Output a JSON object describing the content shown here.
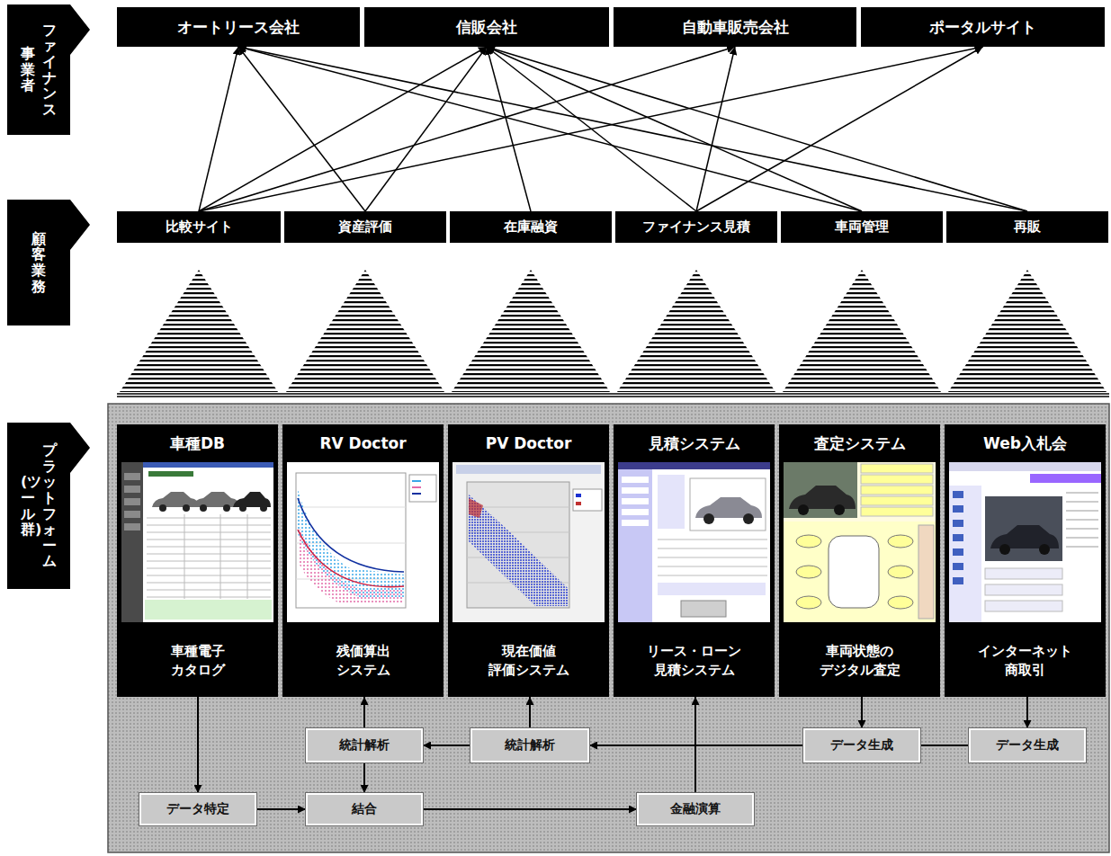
{
  "diagram": {
    "nodes": [
      {
        "text": [
          "ファイナンス",
          "事業者"
        ]
      },
      {
        "text": [
          "オートリース会社"
        ]
      },
      {
        "text": [
          "信販会社"
        ]
      },
      {
        "text": [
          "自動車販売会社"
        ]
      },
      {
        "text": [
          "ポータルサイト"
        ]
      },
      {
        "text": [
          "顧客業務"
        ]
      },
      {
        "text": [
          "比較サイト"
        ]
      },
      {
        "text": [
          "資産評価"
        ]
      },
      {
        "text": [
          "在庫融資"
        ]
      },
      {
        "text": [
          "ファイナンス見積"
        ]
      },
      {
        "text": [
          "車両管理"
        ]
      },
      {
        "text": [
          "再販"
        ]
      },
      {
        "text": [
          "プラットフォーム",
          "(ツール群)"
        ]
      },
      {
        "text": [
          "車種DB",
          "車種電子 カタログ"
        ]
      },
      {
        "text": [
          "RV Doctor",
          "残価算出 システム"
        ]
      },
      {
        "text": [
          "PV Doctor",
          "現在価値 評価システム"
        ]
      },
      {
        "text": [
          "見積システム",
          "リース・ローン 見積システム"
        ]
      },
      {
        "text": [
          "査定システム",
          "車両状態の デジタル査定"
        ]
      },
      {
        "text": [
          "Web入札会",
          "インターネット 商取引"
        ]
      },
      {
        "text": [
          "統計解析"
        ]
      },
      {
        "text": [
          "統計解析"
        ]
      },
      {
        "text": [
          "データ生成"
        ]
      },
      {
        "text": [
          "データ生成"
        ]
      },
      {
        "text": [
          "データ特定"
        ]
      },
      {
        "text": [
          "結合"
        ]
      },
      {
        "text": [
          "金融演算"
        ]
      }
    ],
    "edges": [
      {
        "from": 6,
        "to": 1,
        "arrow": "to"
      },
      {
        "from": 6,
        "to": 2,
        "arrow": "to"
      },
      {
        "from": 6,
        "to": 3,
        "arrow": "to"
      },
      {
        "from": 6,
        "to": 4,
        "arrow": "to"
      },
      {
        "from": 7,
        "to": 1,
        "arrow": "to"
      },
      {
        "from": 7,
        "to": 2,
        "arrow": "to"
      },
      {
        "from": 8,
        "to": 2,
        "arrow": "to"
      },
      {
        "from": 9,
        "to": 2,
        "arrow": "to"
      },
      {
        "from": 9,
        "to": 3,
        "arrow": "to"
      },
      {
        "from": 9,
        "to": 4,
        "arrow": "to"
      },
      {
        "from": 10,
        "to": 1,
        "arrow": "to"
      },
      {
        "from": 10,
        "to": 2,
        "arrow": "to"
      },
      {
        "from": 11,
        "to": 1,
        "arrow": "to"
      },
      {
        "from": 11,
        "to": 2,
        "arrow": "to"
      },
      {
        "from": 13,
        "to": 23,
        "arrow": "to"
      },
      {
        "from": 23,
        "to": 24,
        "arrow": "to"
      },
      {
        "from": 19,
        "to": 24,
        "arrow": "to"
      },
      {
        "from": 19,
        "to": 14,
        "arrow": "to"
      },
      {
        "from": 20,
        "to": 19,
        "arrow": "to"
      },
      {
        "from": 20,
        "to": 15,
        "arrow": "to"
      },
      {
        "from": 21,
        "to": 20,
        "arrow": "to"
      },
      {
        "from": 17,
        "to": 21,
        "arrow": "to"
      },
      {
        "from": 18,
        "to": 22,
        "arrow": "to"
      },
      {
        "from": 22,
        "to": 21,
        "arrow": "none"
      },
      {
        "from": 24,
        "to": 25,
        "arrow": "to"
      },
      {
        "from": 25,
        "to": 16,
        "arrow": "to"
      }
    ]
  }
}
